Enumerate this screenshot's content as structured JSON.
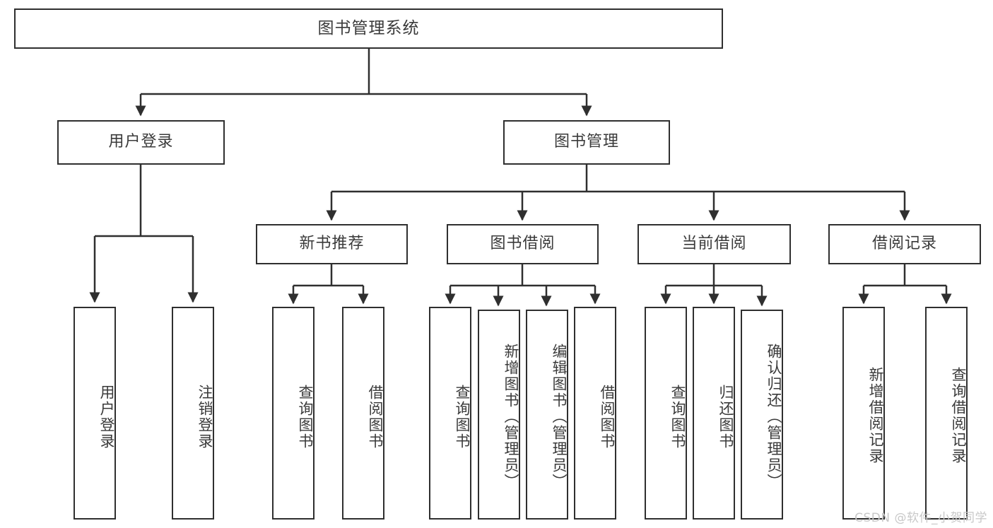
{
  "diagram": {
    "title": "图书管理系统",
    "type": "tree-hierarchy",
    "background_color": "#ffffff",
    "line_color": "#2f2f2f",
    "text_color": "#3a3a3a"
  },
  "root": {
    "label": "图书管理系统"
  },
  "level2": [
    {
      "label": "用户登录"
    },
    {
      "label": "图书管理"
    }
  ],
  "level3": [
    {
      "label": "新书推荐"
    },
    {
      "label": "图书借阅"
    },
    {
      "label": "当前借阅"
    },
    {
      "label": "借阅记录"
    }
  ],
  "leaves": {
    "user_login": [
      {
        "label": "用户登录"
      },
      {
        "label": "注销登录"
      }
    ],
    "new_book": [
      {
        "label": "查询图书"
      },
      {
        "label": "借阅图书"
      }
    ],
    "book_borrow": [
      {
        "label": "查询图书"
      },
      {
        "label": "新增图书（管理员）"
      },
      {
        "label": "编辑图书（管理员）"
      },
      {
        "label": "借阅图书"
      }
    ],
    "current_borrow": [
      {
        "label": "查询图书"
      },
      {
        "label": "归还图书"
      },
      {
        "label": "确认归还（管理员）"
      }
    ],
    "borrow_record": [
      {
        "label": "新增借阅记录"
      },
      {
        "label": "查询借阅记录"
      }
    ]
  },
  "watermark": {
    "text": "CSDN @软件_小贺同学",
    "color": "#c8c8c8"
  }
}
